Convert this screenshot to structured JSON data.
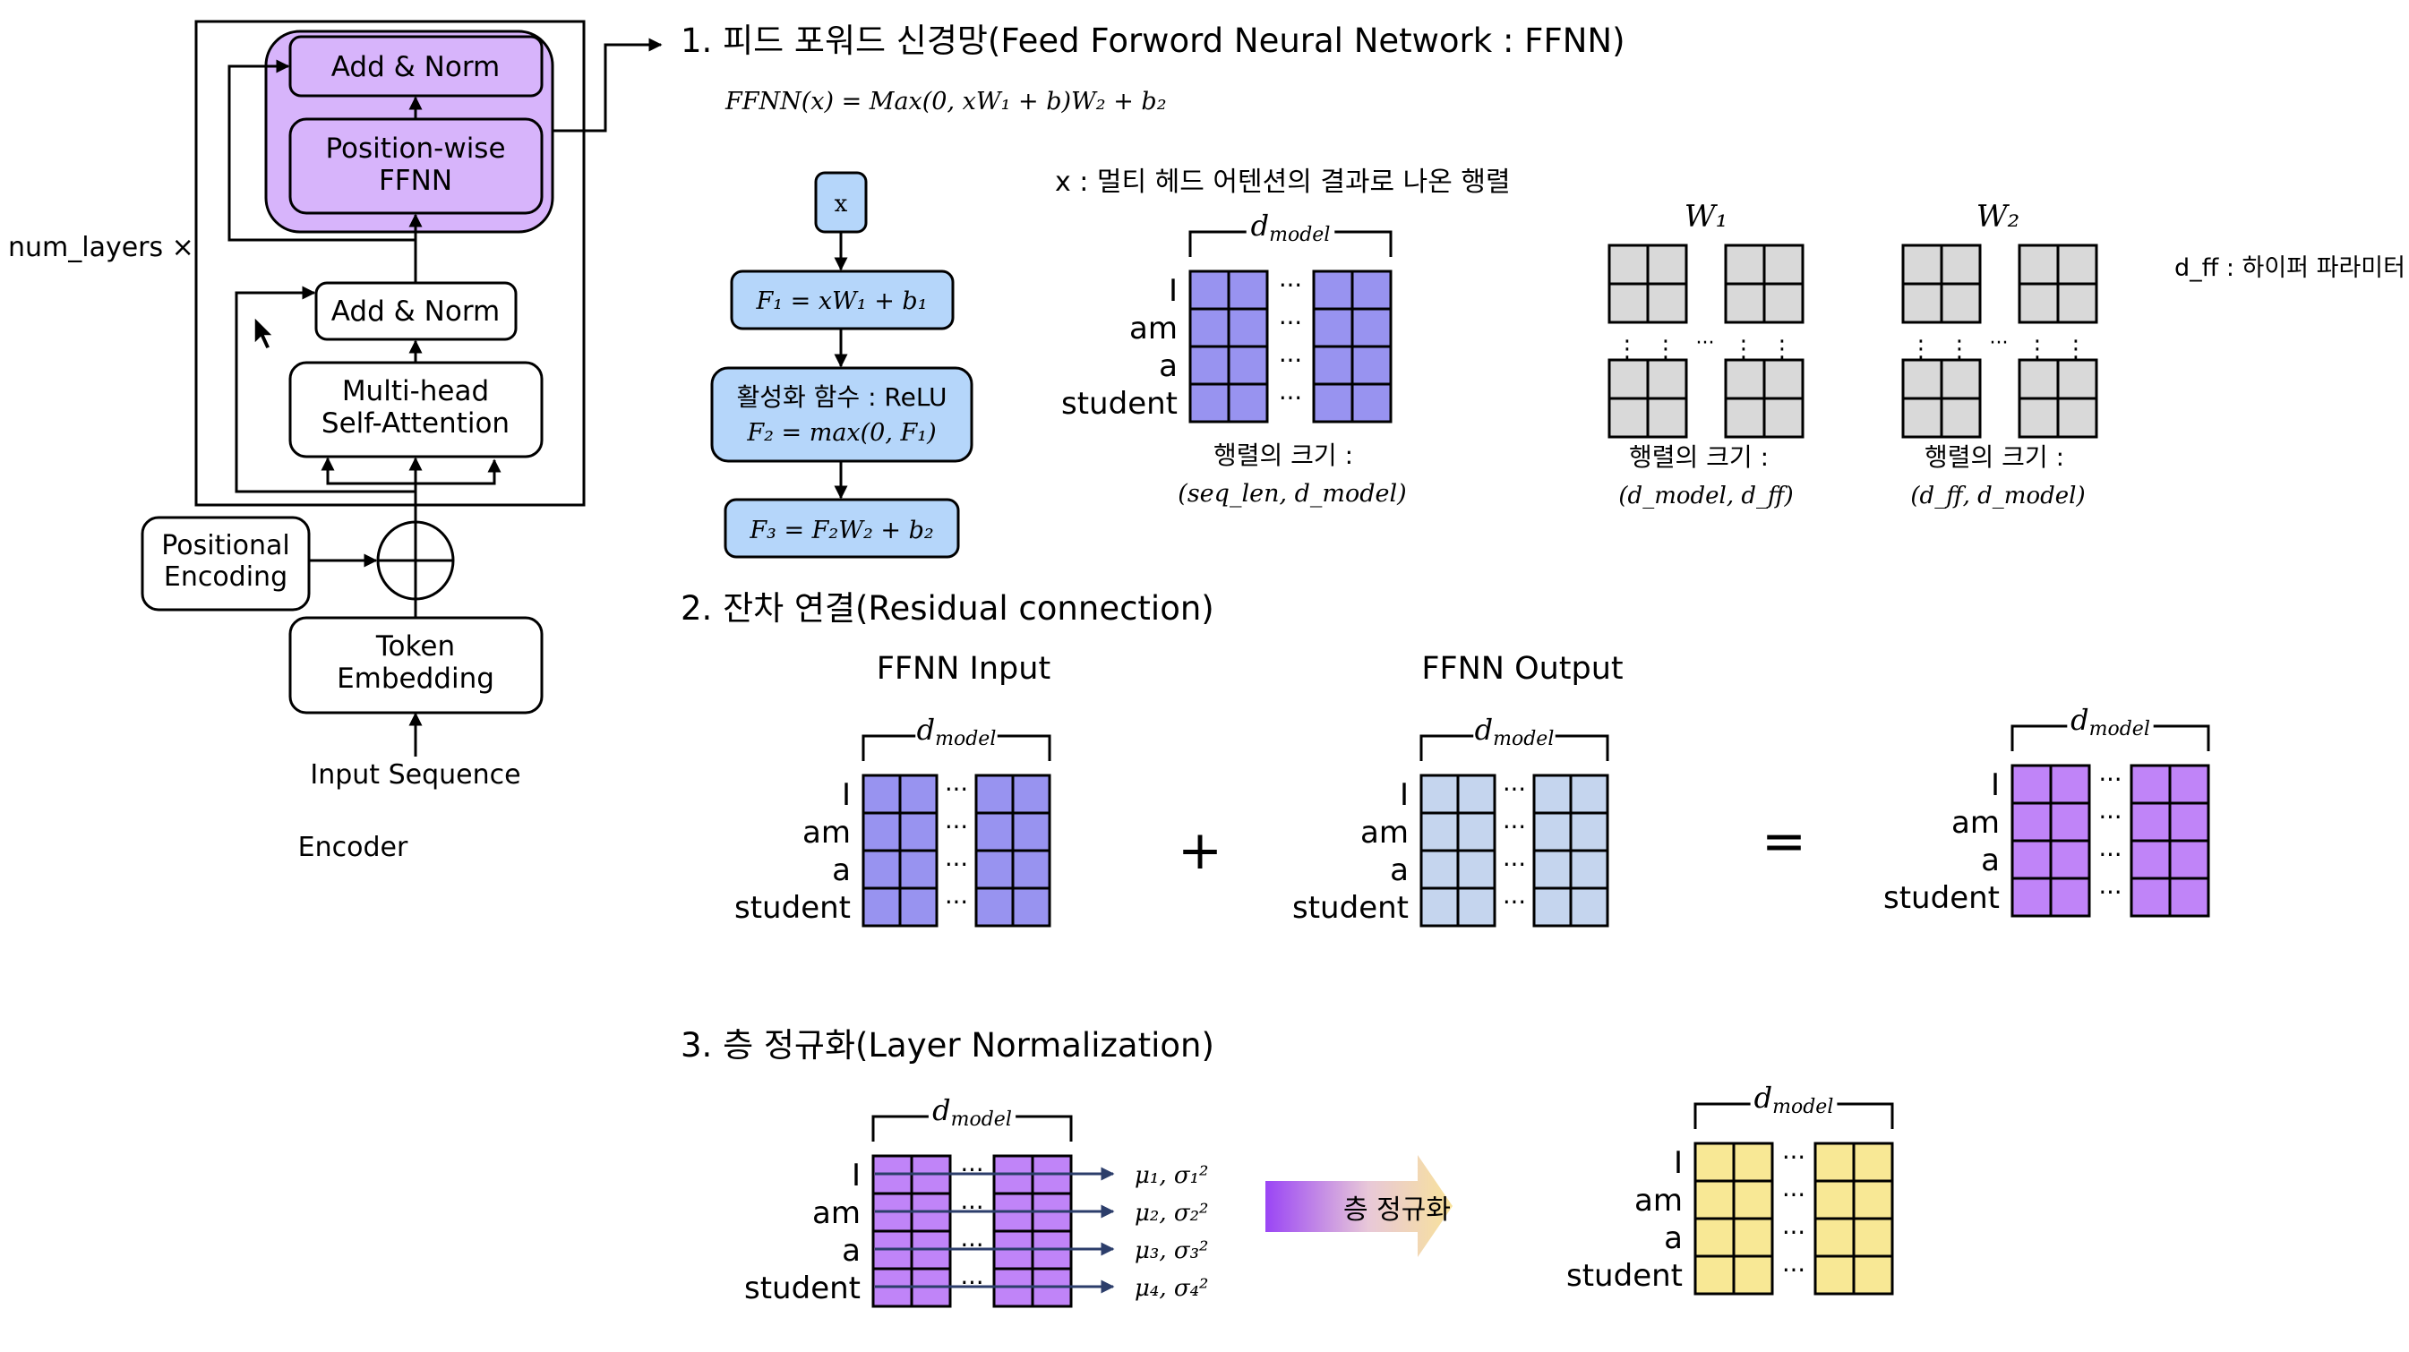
{
  "encoder": {
    "num_layers_label": "num_layers ×",
    "add_norm_top": "Add & Norm",
    "ffnn_line1": "Position-wise",
    "ffnn_line2": "FFNN",
    "add_norm_mid": "Add & Norm",
    "mha_line1": "Multi-head",
    "mha_line2": "Self-Attention",
    "pe_line1": "Positional",
    "pe_line2": "Encoding",
    "token_line1": "Token",
    "token_line2": "Embedding",
    "input_label": "Input Sequence",
    "caption": "Encoder",
    "colors": {
      "ffnn_block": "#d7b4fb",
      "stroke": "#000000"
    }
  },
  "section1": {
    "title": "1. 피드 포워드 신경망(Feed Forword Neural Network : FFNN)",
    "formula": "FFNN(x) = Max(0, xW₁ + b)W₂ + b₂",
    "flow": {
      "x_box": "x",
      "f1": "F₁ = xW₁ + b₁",
      "relu_label": "활성화 함수 : ReLU",
      "f2": "F₂ = max(0, F₁)",
      "f3": "F₃ = F₂W₂ + b₂",
      "color": "#b5d6fa"
    },
    "x_desc": "x : 멀티 헤드 어텐션의 결과로 나온 행렬",
    "x_matrix": {
      "dim_label": "d_model",
      "rows": [
        "I",
        "am",
        "a",
        "student"
      ],
      "size_label": "행렬의 크기 :",
      "size_value": "(seq_len, d_model)",
      "color": "#9893f0"
    },
    "w1": {
      "label": "W₁",
      "size_label": "행렬의 크기 :",
      "size_value": "(d_model, d_ff)"
    },
    "w2": {
      "label": "W₂",
      "size_label": "행렬의 크기 :",
      "size_value": "(d_ff, d_model)"
    },
    "weight_color": "#d9d9d9",
    "dff_note": "d_ff : 하이퍼 파라미터"
  },
  "section2": {
    "title": "2. 잔차 연결(Residual connection)",
    "input_label": "FFNN Input",
    "output_label": "FFNN Output",
    "dim_label": "d_model",
    "rows": [
      "I",
      "am",
      "a",
      "student"
    ],
    "plus": "+",
    "equals": "=",
    "colors": {
      "input": "#9893f0",
      "output": "#c5d5ee",
      "result": "#c084f8"
    }
  },
  "section3": {
    "title": "3. 층 정규화(Layer Normalization)",
    "dim_label": "d_model",
    "rows": [
      "I",
      "am",
      "a",
      "student"
    ],
    "stats": [
      "μ₁, σ₁²",
      "μ₂, σ₂²",
      "μ₃, σ₃²",
      "μ₄, σ₄²"
    ],
    "arrow_label": "층 정규화",
    "colors": {
      "input": "#c084f8",
      "output": "#f8e895",
      "stat_arrow": "#2c3e6b"
    }
  }
}
